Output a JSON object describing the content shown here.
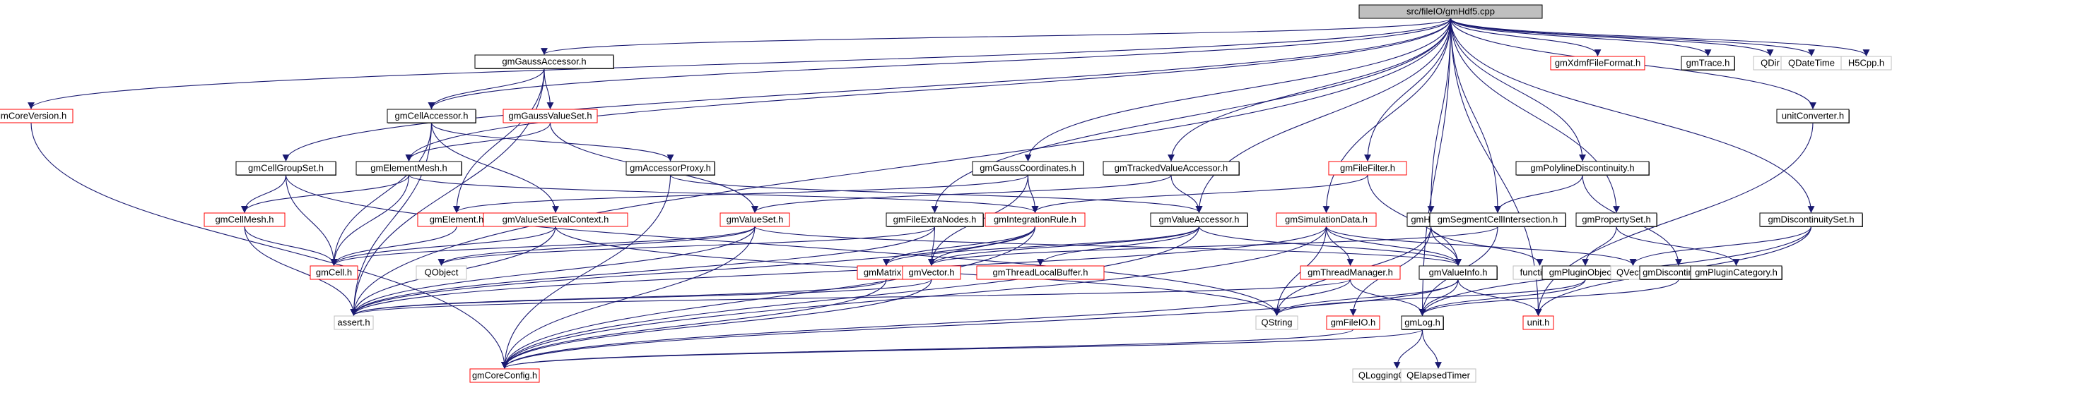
{
  "title": "src/fileIO/gmHdf5.cpp",
  "legend_colors": {
    "root": "#bfbfbf",
    "documented": "#000000",
    "undocumented": "#ff0000",
    "external": "#bfbfbf",
    "edge": "#191970"
  },
  "nodes": [
    {
      "id": "root",
      "label": "src/fileIO/gmHdf5.cpp",
      "kind": "root"
    },
    {
      "id": "gmGaussAccessor",
      "label": "gmGaussAccessor.h",
      "kind": "documented"
    },
    {
      "id": "gmCoreVersion",
      "label": "gmCoreVersion.h",
      "kind": "undocumented"
    },
    {
      "id": "gmCellAccessor",
      "label": "gmCellAccessor.h",
      "kind": "documented"
    },
    {
      "id": "gmGaussValueSet",
      "label": "gmGaussValueSet.h",
      "kind": "undocumented"
    },
    {
      "id": "gmXdmfFileFormat",
      "label": "gmXdmfFileFormat.h",
      "kind": "undocumented"
    },
    {
      "id": "gmTrace",
      "label": "gmTrace.h",
      "kind": "documented"
    },
    {
      "id": "QDir",
      "label": "QDir",
      "kind": "external"
    },
    {
      "id": "QDateTime",
      "label": "QDateTime",
      "kind": "external"
    },
    {
      "id": "H5Cpp",
      "label": "H5Cpp.h",
      "kind": "external"
    },
    {
      "id": "unitConverter",
      "label": "unitConverter.h",
      "kind": "documented"
    },
    {
      "id": "gmCellGroupSet",
      "label": "gmCellGroupSet.h",
      "kind": "documented"
    },
    {
      "id": "gmElementMesh",
      "label": "gmElementMesh.h",
      "kind": "documented"
    },
    {
      "id": "gmAccessorProxy",
      "label": "gmAccessorProxy.h",
      "kind": "documented"
    },
    {
      "id": "gmGaussCoordinates",
      "label": "gmGaussCoordinates.h",
      "kind": "documented"
    },
    {
      "id": "gmTrackedValueAccessor",
      "label": "gmTrackedValueAccessor.h",
      "kind": "documented"
    },
    {
      "id": "gmFileFilter",
      "label": "gmFileFilter.h",
      "kind": "undocumented"
    },
    {
      "id": "gmPolylineDiscontinuity",
      "label": "gmPolylineDiscontinuity.h",
      "kind": "documented"
    },
    {
      "id": "gmCellMesh",
      "label": "gmCellMesh.h",
      "kind": "undocumented"
    },
    {
      "id": "gmElement",
      "label": "gmElement.h",
      "kind": "undocumented"
    },
    {
      "id": "gmValueSetEvalContext",
      "label": "gmValueSetEvalContext.h",
      "kind": "undocumented"
    },
    {
      "id": "gmValueSet",
      "label": "gmValueSet.h",
      "kind": "undocumented"
    },
    {
      "id": "gmFileExtraNodes",
      "label": "gmFileExtraNodes.h",
      "kind": "documented"
    },
    {
      "id": "gmIntegrationRule",
      "label": "gmIntegrationRule.h",
      "kind": "undocumented"
    },
    {
      "id": "gmValueAccessor",
      "label": "gmValueAccessor.h",
      "kind": "documented"
    },
    {
      "id": "gmSimulationData",
      "label": "gmSimulationData.h",
      "kind": "undocumented"
    },
    {
      "id": "gmHdf5",
      "label": "gmHdf5.h",
      "kind": "documented"
    },
    {
      "id": "gmSegmentCellIntersection",
      "label": "gmSegmentCellIntersection.h",
      "kind": "documented"
    },
    {
      "id": "gmPropertySet",
      "label": "gmPropertySet.h",
      "kind": "documented"
    },
    {
      "id": "gmDiscontinuitySet",
      "label": "gmDiscontinuitySet.h",
      "kind": "documented"
    },
    {
      "id": "gmCell",
      "label": "gmCell.h",
      "kind": "undocumented"
    },
    {
      "id": "QObject",
      "label": "QObject",
      "kind": "external"
    },
    {
      "id": "gmMatrix",
      "label": "gmMatrix.h",
      "kind": "undocumented"
    },
    {
      "id": "gmVector",
      "label": "gmVector.h",
      "kind": "undocumented"
    },
    {
      "id": "gmThreadLocalBuffer",
      "label": "gmThreadLocalBuffer.h",
      "kind": "undocumented"
    },
    {
      "id": "gmThreadManager",
      "label": "gmThreadManager.h",
      "kind": "undocumented"
    },
    {
      "id": "gmValueInfo",
      "label": "gmValueInfo.h",
      "kind": "documented"
    },
    {
      "id": "functional",
      "label": "functional",
      "kind": "external"
    },
    {
      "id": "gmPluginObject",
      "label": "gmPluginObject.h",
      "kind": "documented"
    },
    {
      "id": "QVector",
      "label": "QVector",
      "kind": "external"
    },
    {
      "id": "gmDiscontinuity",
      "label": "gmDiscontinuity.h",
      "kind": "documented"
    },
    {
      "id": "gmPluginCategory",
      "label": "gmPluginCategory.h",
      "kind": "documented"
    },
    {
      "id": "assert",
      "label": "assert.h",
      "kind": "external"
    },
    {
      "id": "QString",
      "label": "QString",
      "kind": "external"
    },
    {
      "id": "gmFileIO",
      "label": "gmFileIO.h",
      "kind": "undocumented"
    },
    {
      "id": "gmLog",
      "label": "gmLog.h",
      "kind": "documented"
    },
    {
      "id": "unit",
      "label": "unit.h",
      "kind": "undocumented"
    },
    {
      "id": "gmCoreConfig",
      "label": "gmCoreConfig.h",
      "kind": "undocumented"
    },
    {
      "id": "QLoggingCategory",
      "label": "QLoggingCategory",
      "kind": "external"
    },
    {
      "id": "QElapsedTimer",
      "label": "QElapsedTimer",
      "kind": "external"
    }
  ],
  "edges": [
    [
      "root",
      "gmGaussAccessor"
    ],
    [
      "root",
      "gmCoreVersion"
    ],
    [
      "root",
      "gmCellAccessor"
    ],
    [
      "root",
      "gmXdmfFileFormat"
    ],
    [
      "root",
      "gmTrace"
    ],
    [
      "root",
      "QDir"
    ],
    [
      "root",
      "QDateTime"
    ],
    [
      "root",
      "H5Cpp"
    ],
    [
      "root",
      "unitConverter"
    ],
    [
      "root",
      "gmCellGroupSet"
    ],
    [
      "root",
      "gmElementMesh"
    ],
    [
      "root",
      "gmGaussCoordinates"
    ],
    [
      "root",
      "gmTrackedValueAccessor"
    ],
    [
      "root",
      "gmFileFilter"
    ],
    [
      "root",
      "gmPolylineDiscontinuity"
    ],
    [
      "root",
      "gmSimulationData"
    ],
    [
      "root",
      "gmHdf5"
    ],
    [
      "root",
      "gmSegmentCellIntersection"
    ],
    [
      "root",
      "gmPropertySet"
    ],
    [
      "root",
      "gmDiscontinuitySet"
    ],
    [
      "root",
      "gmValueAccessor"
    ],
    [
      "root",
      "gmFileExtraNodes"
    ],
    [
      "root",
      "assert"
    ],
    [
      "root",
      "gmLog"
    ],
    [
      "root",
      "unit"
    ],
    [
      "gmGaussAccessor",
      "gmCellAccessor"
    ],
    [
      "gmGaussAccessor",
      "gmGaussValueSet"
    ],
    [
      "gmGaussAccessor",
      "gmElement"
    ],
    [
      "gmGaussAccessor",
      "assert"
    ],
    [
      "gmCoreVersion",
      "gmCoreConfig"
    ],
    [
      "gmCellAccessor",
      "gmAccessorProxy"
    ],
    [
      "gmCellAccessor",
      "gmCell"
    ],
    [
      "gmCellAccessor",
      "gmValueSetEvalContext"
    ],
    [
      "gmCellAccessor",
      "assert"
    ],
    [
      "gmGaussValueSet",
      "gmElementMesh"
    ],
    [
      "gmGaussValueSet",
      "gmValueSet"
    ],
    [
      "unitConverter",
      "unit"
    ],
    [
      "gmCellGroupSet",
      "gmCellMesh"
    ],
    [
      "gmCellGroupSet",
      "gmCell"
    ],
    [
      "gmCellGroupSet",
      "QString"
    ],
    [
      "gmElementMesh",
      "gmCellMesh"
    ],
    [
      "gmElementMesh",
      "gmCell"
    ],
    [
      "gmElementMesh",
      "gmIntegrationRule"
    ],
    [
      "gmAccessorProxy",
      "gmValueAccessor"
    ],
    [
      "gmAccessorProxy",
      "gmCoreConfig"
    ],
    [
      "gmGaussCoordinates",
      "gmIntegrationRule"
    ],
    [
      "gmGaussCoordinates",
      "gmElement"
    ],
    [
      "gmGaussCoordinates",
      "gmVector"
    ],
    [
      "gmTrackedValueAccessor",
      "gmValueAccessor"
    ],
    [
      "gmTrackedValueAccessor",
      "gmValueSet"
    ],
    [
      "gmFileFilter",
      "gmValueInfo"
    ],
    [
      "gmFileFilter",
      "gmIntegrationRule"
    ],
    [
      "gmPolylineDiscontinuity",
      "gmSegmentCellIntersection"
    ],
    [
      "gmPolylineDiscontinuity",
      "gmDiscontinuity"
    ],
    [
      "gmCellMesh",
      "gmCell"
    ],
    [
      "gmCellMesh",
      "assert"
    ],
    [
      "gmElement",
      "gmCell"
    ],
    [
      "gmValueSetEvalContext",
      "gmCell"
    ],
    [
      "gmValueSetEvalContext",
      "QString"
    ],
    [
      "gmValueSetEvalContext",
      "assert"
    ],
    [
      "gmValueSet",
      "QObject"
    ],
    [
      "gmValueSet",
      "gmCell"
    ],
    [
      "gmValueSet",
      "gmValueInfo"
    ],
    [
      "gmValueSet",
      "assert"
    ],
    [
      "gmValueSet",
      "gmCoreConfig"
    ],
    [
      "gmFileExtraNodes",
      "QObject"
    ],
    [
      "gmFileExtraNodes",
      "gmVector"
    ],
    [
      "gmFileExtraNodes",
      "assert"
    ],
    [
      "gmIntegrationRule",
      "gmVector"
    ],
    [
      "gmIntegrationRule",
      "gmMatrix"
    ],
    [
      "gmIntegrationRule",
      "assert"
    ],
    [
      "gmIntegrationRule",
      "gmCoreConfig"
    ],
    [
      "gmValueAccessor",
      "gmValueInfo"
    ],
    [
      "gmValueAccessor",
      "gmThreadLocalBuffer"
    ],
    [
      "gmValueAccessor",
      "gmVector"
    ],
    [
      "gmValueAccessor",
      "gmMatrix"
    ],
    [
      "gmValueAccessor",
      "gmCoreConfig"
    ],
    [
      "gmSimulationData",
      "gmThreadManager"
    ],
    [
      "gmSimulationData",
      "gmValueInfo"
    ],
    [
      "gmSimulationData",
      "QString"
    ],
    [
      "gmSimulationData",
      "assert"
    ],
    [
      "gmSimulationData",
      "QVector"
    ],
    [
      "gmSimulationData",
      "gmCoreConfig"
    ],
    [
      "gmHdf5",
      "gmValueInfo"
    ],
    [
      "gmHdf5",
      "functional"
    ],
    [
      "gmHdf5",
      "gmFileIO"
    ],
    [
      "gmHdf5",
      "QString"
    ],
    [
      "gmSegmentCellIntersection",
      "gmLog"
    ],
    [
      "gmSegmentCellIntersection",
      "gmVector"
    ],
    [
      "gmPropertySet",
      "gmPluginObject"
    ],
    [
      "gmPropertySet",
      "gmPluginCategory"
    ],
    [
      "gmDiscontinuitySet",
      "QVector"
    ],
    [
      "gmDiscontinuitySet",
      "gmLog"
    ],
    [
      "gmDiscontinuitySet",
      "unit"
    ],
    [
      "gmMatrix",
      "assert"
    ],
    [
      "gmMatrix",
      "gmCoreConfig"
    ],
    [
      "gmVector",
      "assert"
    ],
    [
      "gmVector",
      "gmCoreConfig"
    ],
    [
      "gmThreadManager",
      "gmLog"
    ],
    [
      "gmThreadManager",
      "assert"
    ],
    [
      "gmThreadManager",
      "gmCoreConfig"
    ],
    [
      "gmValueInfo",
      "gmLog"
    ],
    [
      "gmValueInfo",
      "QString"
    ],
    [
      "gmValueInfo",
      "unit"
    ],
    [
      "gmValueInfo",
      "gmCoreConfig"
    ],
    [
      "gmPluginObject",
      "gmLog"
    ],
    [
      "gmPluginObject",
      "QString"
    ],
    [
      "gmDiscontinuity",
      "gmLog"
    ],
    [
      "gmFileIO",
      "gmCoreConfig"
    ],
    [
      "gmLog",
      "QLoggingCategory"
    ],
    [
      "gmLog",
      "QElapsedTimer"
    ],
    [
      "gmLog",
      "gmCoreConfig"
    ]
  ]
}
